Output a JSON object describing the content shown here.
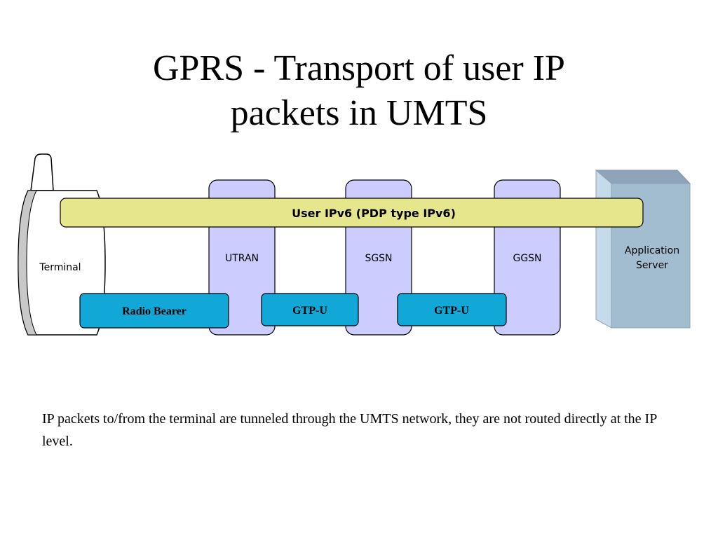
{
  "title": {
    "line1": "GPRS - Transport of user IP",
    "line2": "packets in UMTS"
  },
  "nodes": {
    "terminal": "Terminal",
    "utran": "UTRAN",
    "sgsn": "SGSN",
    "ggsn": "GGSN",
    "app_server_line1": "Application",
    "app_server_line2": "Server"
  },
  "user_plane_bar": "User IPv6 (PDP type IPv6)",
  "tunnels": {
    "radio_bearer": "Radio Bearer",
    "gtp_u_1": "GTP-U",
    "gtp_u_2": "GTP-U"
  },
  "caption": "IP packets to/from the terminal are tunneled through the UMTS network, they are not routed directly at the IP level.",
  "colors": {
    "node_fill": "#ccccff",
    "bar_fill": "#e6e68c",
    "tunnel_fill": "#11a8d8",
    "server_front": "#a3bdd0",
    "server_side": "#c5dbe9",
    "server_top": "#8fa4b8"
  }
}
